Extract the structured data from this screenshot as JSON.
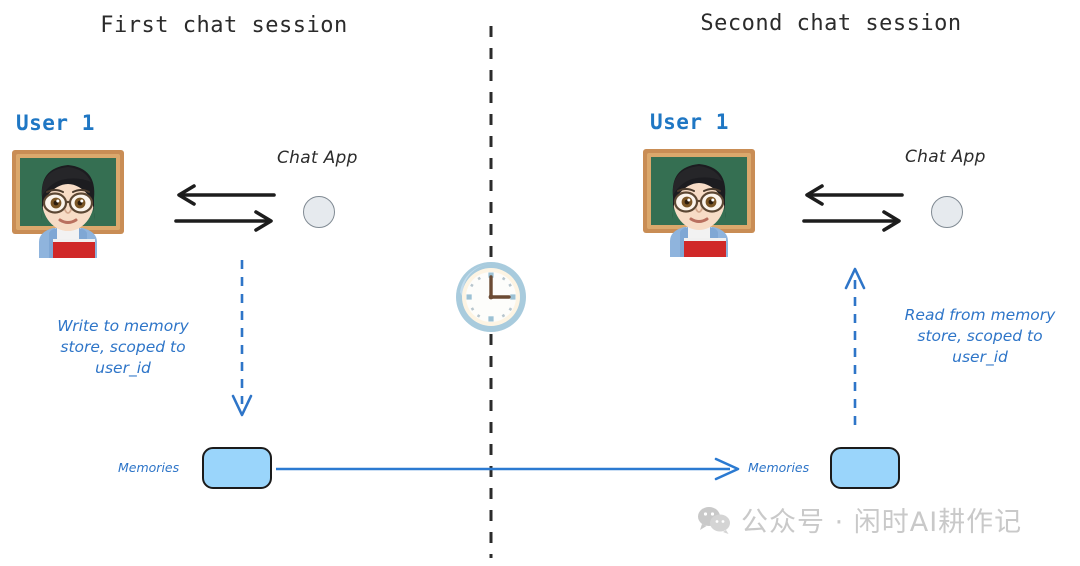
{
  "diagram": {
    "title_left": "First chat session",
    "title_right": "Second chat session",
    "divider": "vertical-dashed-divider",
    "clock_icon": "clock-three-oclock-icon"
  },
  "left_session": {
    "user_label": "User 1",
    "avatar_icon": "woman-teacher-avatar",
    "exchange_icon": "bidirectional-arrows",
    "chat_app_label": "Chat App",
    "chat_app_node": "chat-app-circle-node",
    "annotation": "Write to memory\nstore, scoped to\nuser_id",
    "flow_arrow": "dashed-arrow-down",
    "memories_label": "Memories",
    "memories_box": "memory-store-box"
  },
  "right_session": {
    "user_label": "User 1",
    "avatar_icon": "woman-teacher-avatar",
    "exchange_icon": "bidirectional-arrows",
    "chat_app_label": "Chat App",
    "chat_app_node": "chat-app-circle-node",
    "annotation": "Read from memory\nstore, scoped to\nuser_id",
    "flow_arrow": "dashed-arrow-up",
    "memories_label": "Memories",
    "memories_box": "memory-store-box"
  },
  "transfer": {
    "arrow": "memory-persistence-arrow-right"
  },
  "watermark": {
    "icon": "wechat-logo-icon",
    "text": "公众号 · 闲时AI耕作记"
  },
  "colors": {
    "accent_blue": "#2e75c8",
    "user_blue": "#1f77c4",
    "memory_fill": "#9ad5fb",
    "memory_border": "#1b1b1b",
    "node_fill": "#e6eaee",
    "node_border": "#808a93",
    "title_text": "#2b2b2b",
    "watermark_gray": "#c9c9c9",
    "background": "#ffffff"
  }
}
